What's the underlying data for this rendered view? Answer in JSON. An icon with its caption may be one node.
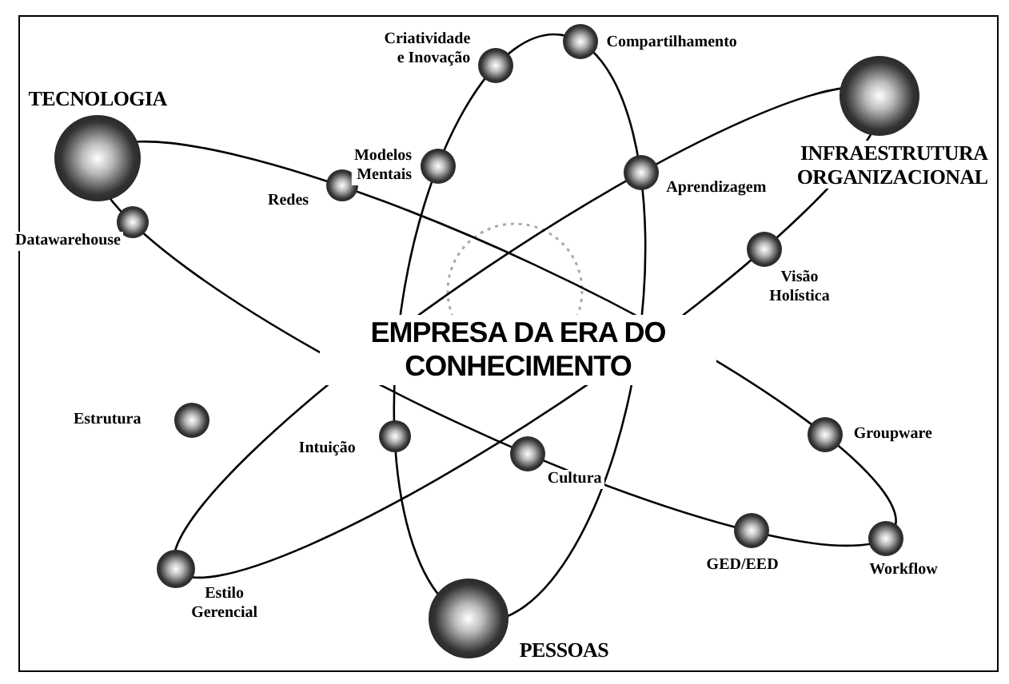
{
  "diagram": {
    "nodes": [
      {
        "text": [
          "EMPRESA DA ERA DO CONHECIMENTO"
        ]
      },
      {
        "text": [
          "TECNOLOGIA"
        ]
      },
      {
        "text": [
          "INFRAESTRUTURA ORGANIZACIONAL"
        ]
      },
      {
        "text": [
          "PESSOAS"
        ]
      },
      {
        "text": [
          "Criatividade e Inovação"
        ]
      },
      {
        "text": [
          "Compartilhamento"
        ]
      },
      {
        "text": [
          "Redes"
        ]
      },
      {
        "text": [
          "Modelos Mentais"
        ]
      },
      {
        "text": [
          "Aprendizagem"
        ]
      },
      {
        "text": [
          "Datawarehouse"
        ]
      },
      {
        "text": [
          "Visão Holística"
        ]
      },
      {
        "text": [
          "Estrutura"
        ]
      },
      {
        "text": [
          "Intuição"
        ]
      },
      {
        "text": [
          "Cultura"
        ]
      },
      {
        "text": [
          "Groupware"
        ]
      },
      {
        "text": [
          "Estilo Gerencial"
        ]
      },
      {
        "text": [
          "GED/EED"
        ]
      },
      {
        "text": [
          "Workflow"
        ]
      }
    ],
    "edges": []
  }
}
